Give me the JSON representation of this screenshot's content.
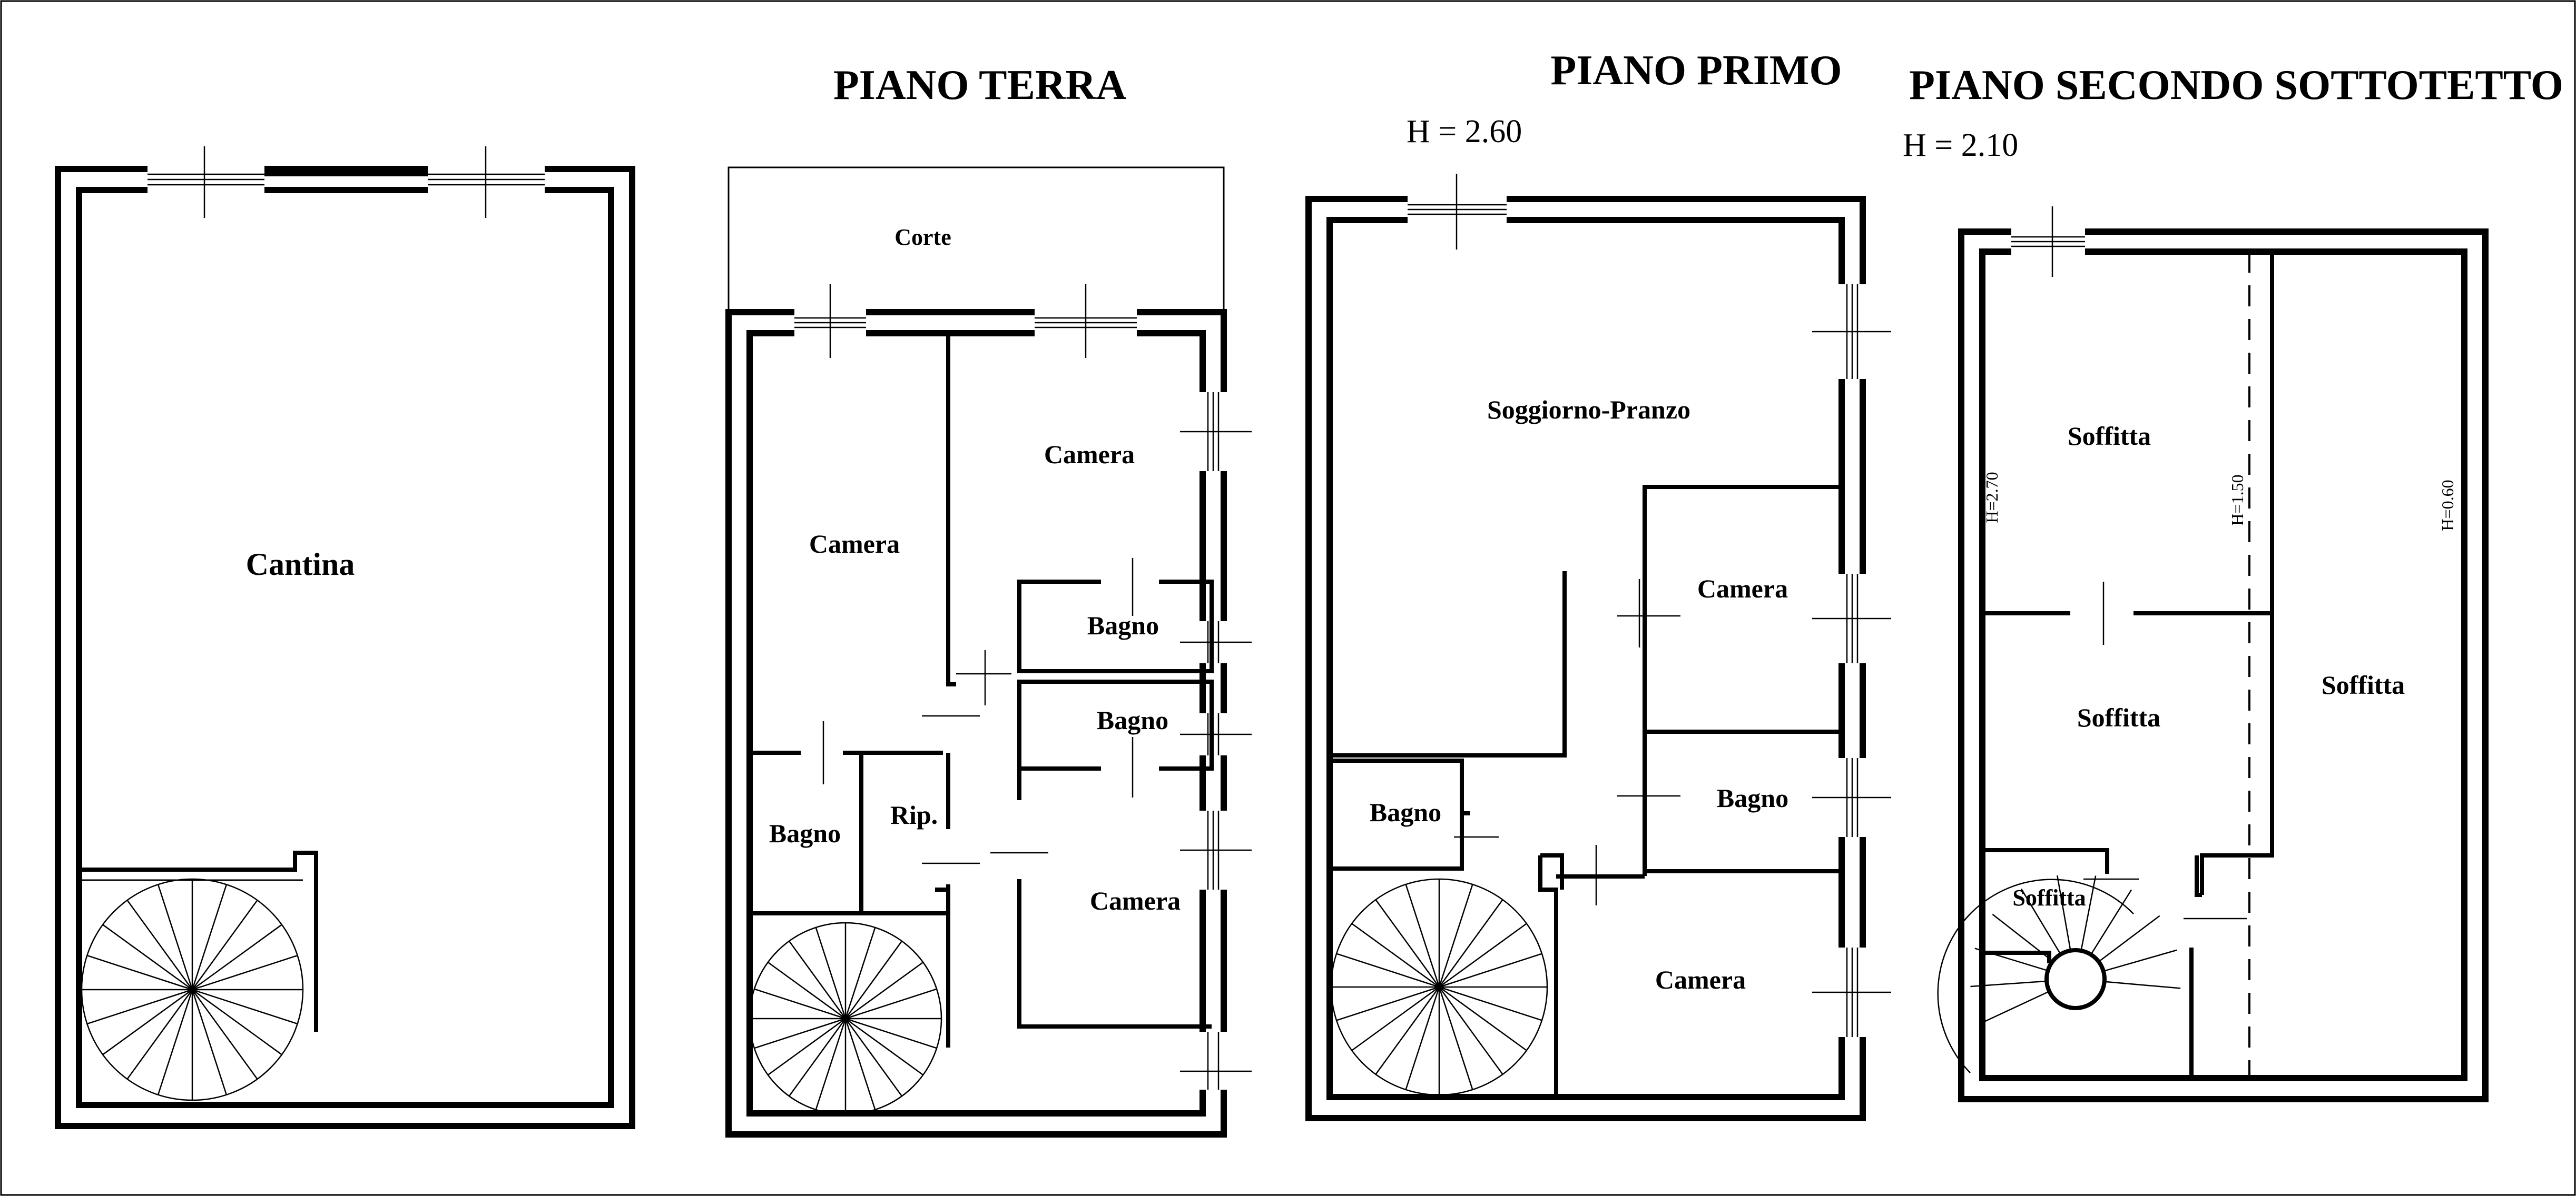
{
  "floors": {
    "basement": {
      "rooms": {
        "cantina": "Cantina"
      }
    },
    "ground": {
      "title": "PIANO TERRA",
      "rooms": {
        "corte": "Corte",
        "camera_left": "Camera",
        "camera_top_right": "Camera",
        "bagno_1": "Bagno",
        "bagno_2": "Bagno",
        "bagno_left": "Bagno",
        "rip": "Rip.",
        "camera_bottom_right": "Camera"
      }
    },
    "first": {
      "title": "PIANO PRIMO",
      "height": "H = 2.60",
      "rooms": {
        "soggiorno": "Soggiorno-Pranzo",
        "camera_mid": "Camera",
        "bagno_left": "Bagno",
        "bagno_right": "Bagno",
        "camera_bottom": "Camera"
      }
    },
    "second": {
      "title": "PIANO SECONDO SOTTOTETTO",
      "height": "H = 2.10",
      "rooms": {
        "soffitta_top": "Soffitta",
        "soffitta_mid": "Soffitta",
        "soffitta_right": "Soffitta",
        "soffitta_small": "Soffitta"
      },
      "ceiling_heights": {
        "h1": "H=2.70",
        "h2": "H=1.50",
        "h3": "H=0.60"
      }
    }
  }
}
